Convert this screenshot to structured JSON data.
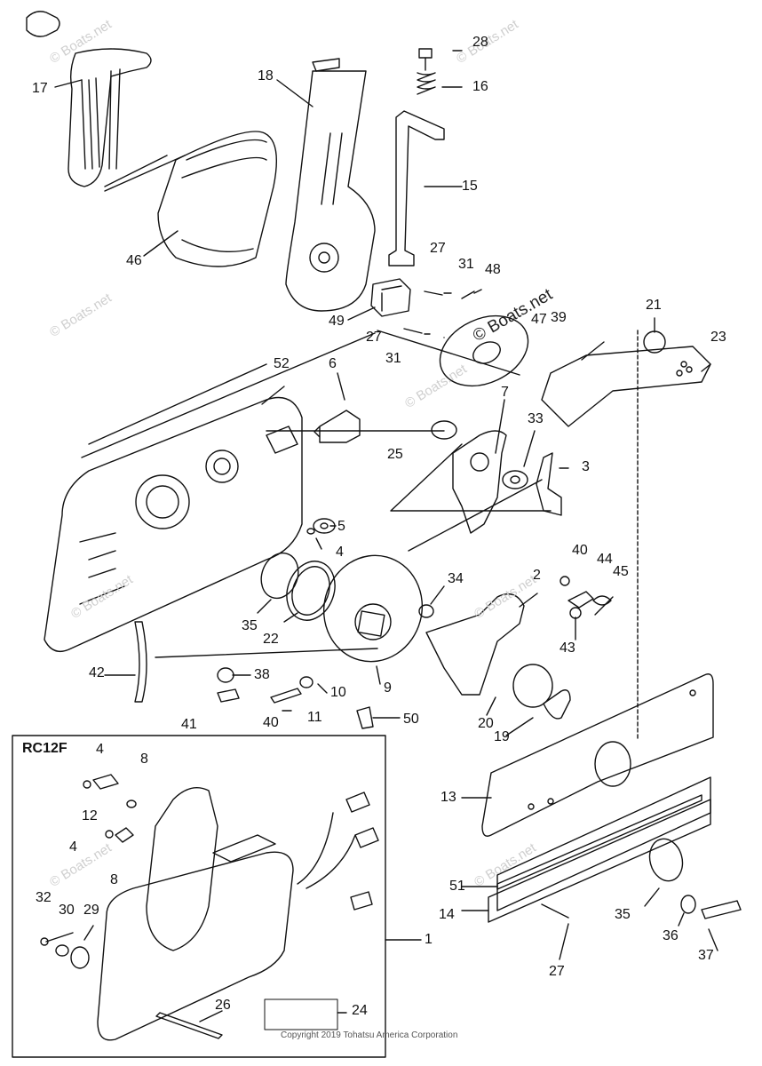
{
  "diagram": {
    "inset_label": "RC12F",
    "copyright": "Copyright 2019 Tohatsu America Corporation",
    "watermarks": [
      "© Boats.net",
      "© Boats.net",
      "© Boats.net",
      "© Boats.net",
      "© Boats.net",
      "© Boats.net",
      "© Boats.net",
      "© Boats.net"
    ],
    "watermark_prominent": "© Boats.net",
    "callouts": [
      "28",
      "17",
      "16",
      "18",
      "15",
      "46",
      "27",
      "31",
      "48",
      "49",
      "27",
      "31",
      "47",
      "21",
      "39",
      "23",
      "52",
      "6",
      "7",
      "33",
      "25",
      "3",
      "5",
      "4",
      "40",
      "44",
      "45",
      "34",
      "2",
      "35",
      "22",
      "42",
      "38",
      "9",
      "10",
      "43",
      "41",
      "40",
      "11",
      "50",
      "20",
      "19",
      "13",
      "4",
      "8",
      "12",
      "4",
      "8",
      "51",
      "14",
      "35",
      "36",
      "37",
      "32",
      "30",
      "29",
      "26",
      "24",
      "1",
      "27"
    ]
  },
  "colors": {
    "line": "#111111",
    "watermark": "#cfcfcf",
    "background": "#ffffff"
  }
}
